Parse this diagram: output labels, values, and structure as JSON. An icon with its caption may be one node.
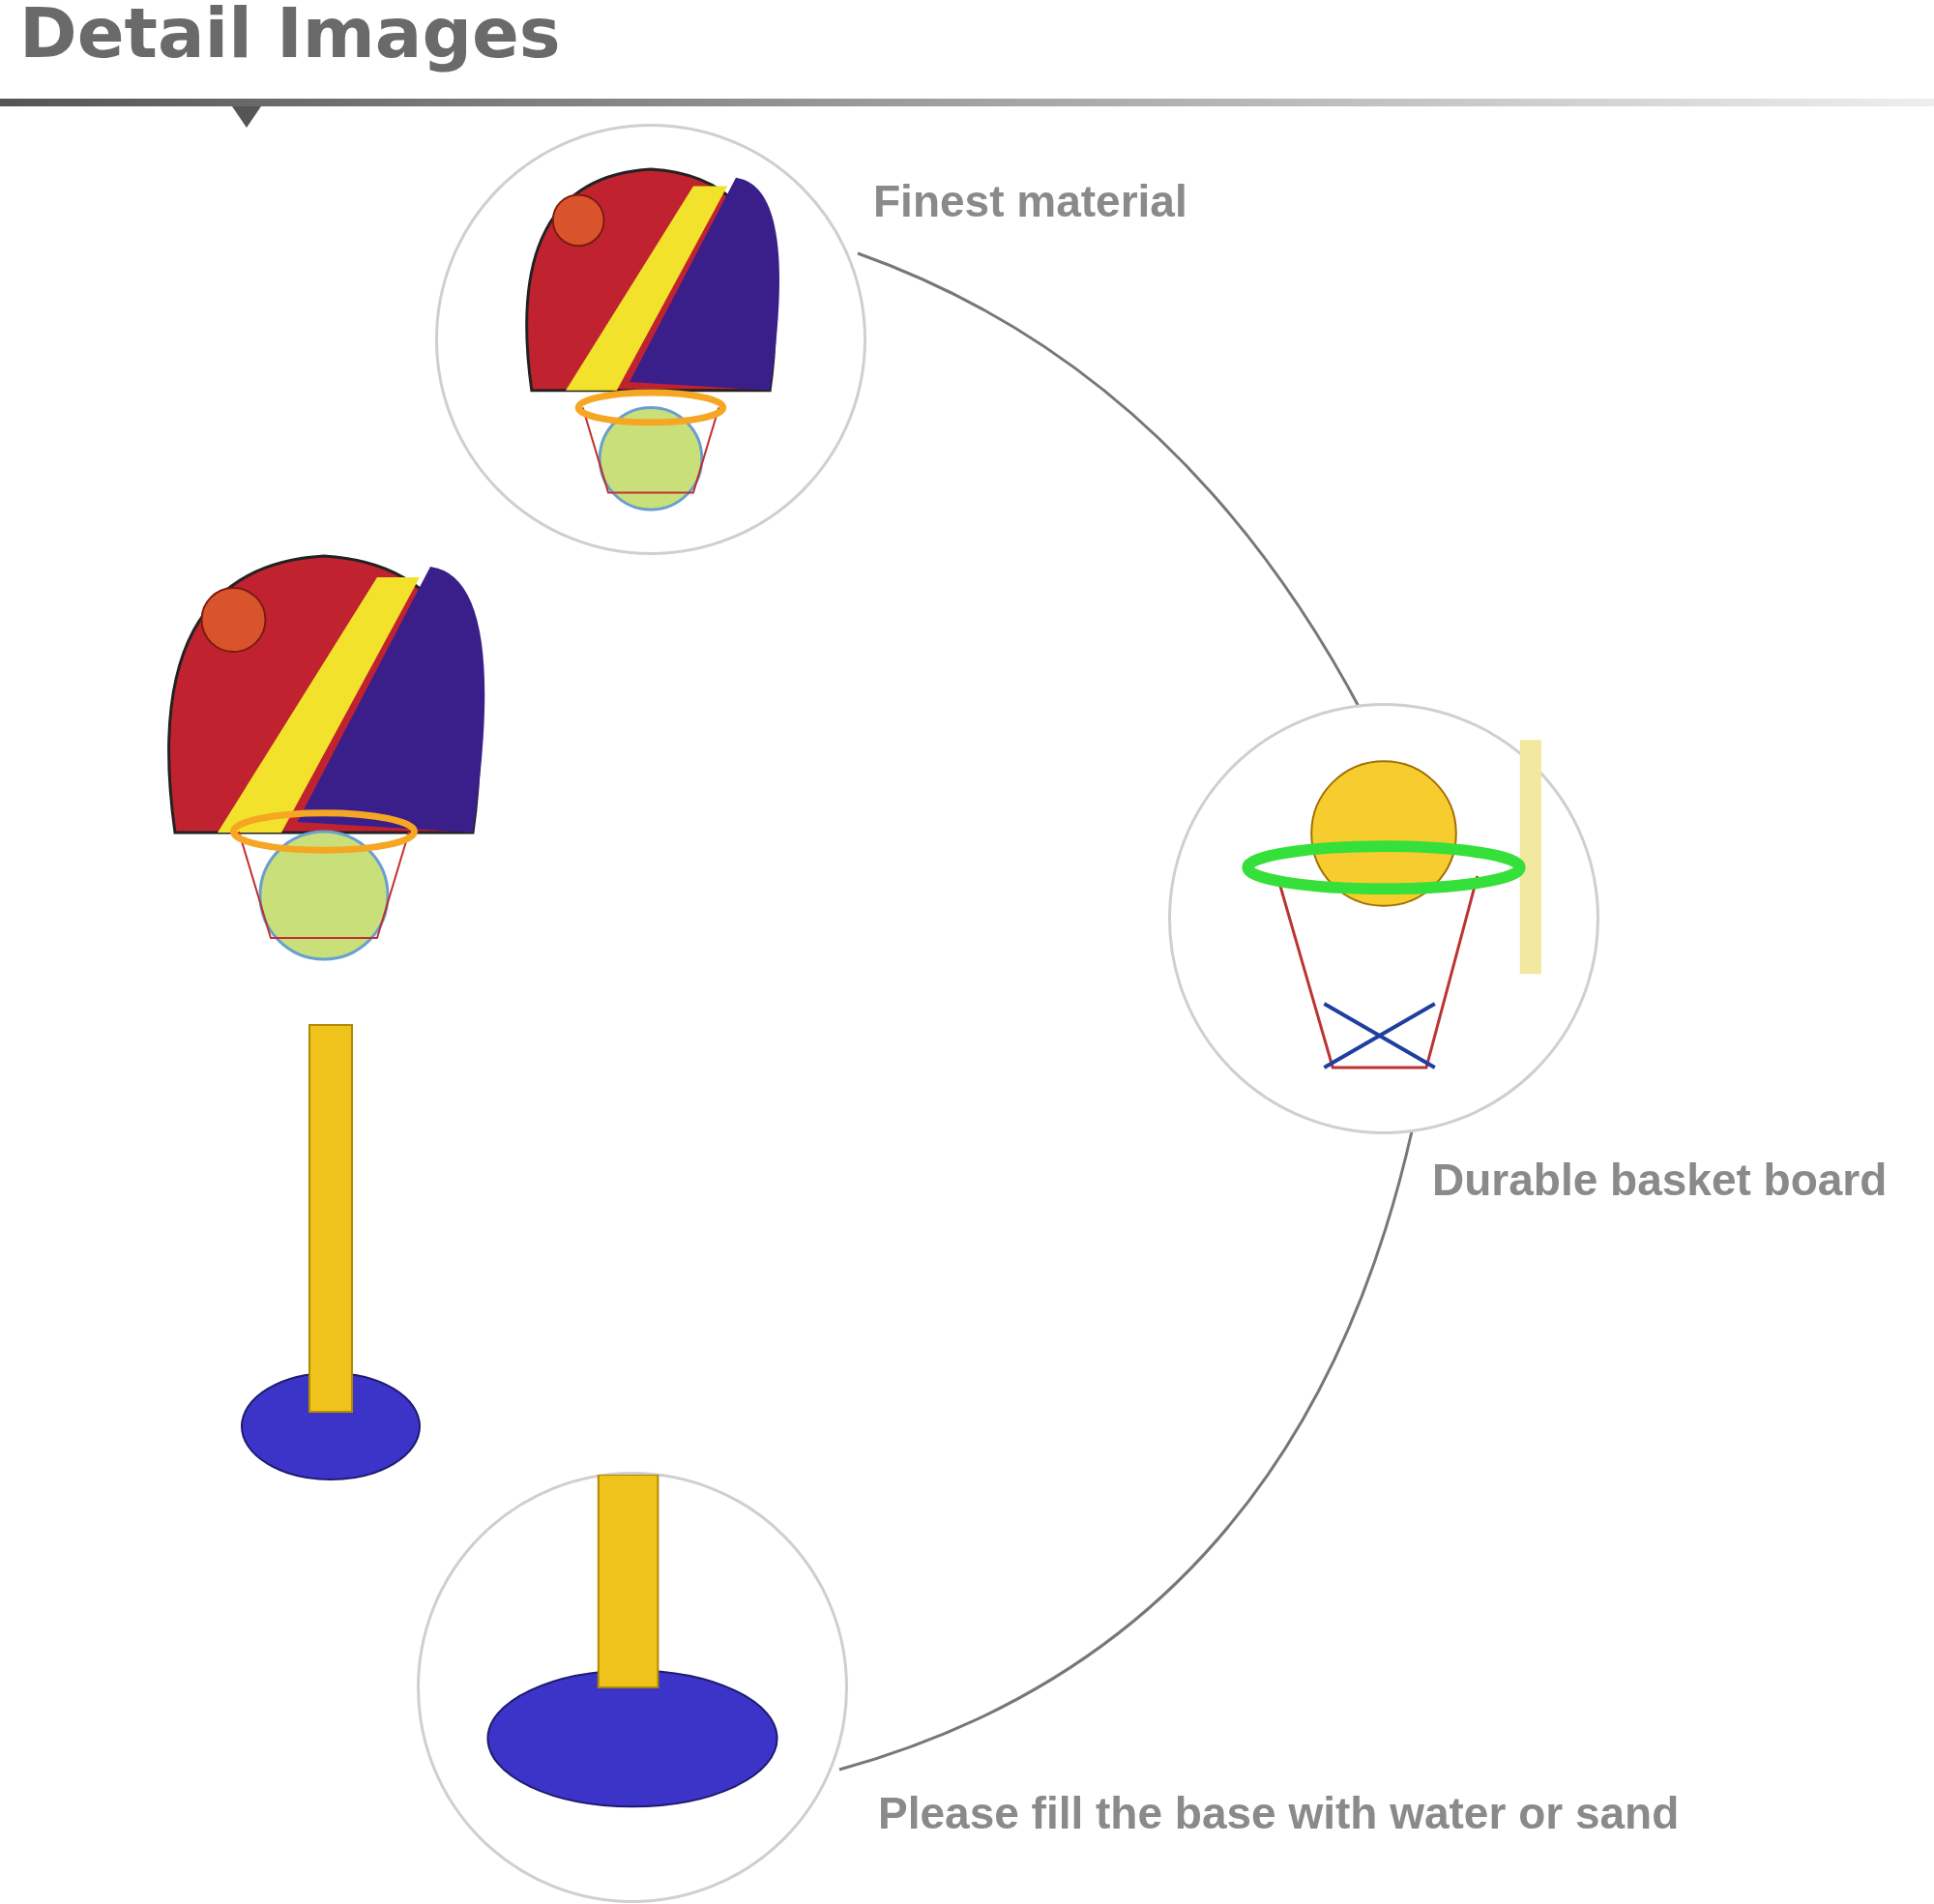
{
  "diagram": {
    "title": "Detail Images",
    "nodes": [
      {
        "text": [],
        "shape": "picture",
        "beside": [
          "Finest material"
        ]
      },
      {
        "text": [],
        "shape": "picture",
        "beside": [
          "Durable basket board"
        ]
      },
      {
        "text": [],
        "shape": "picture",
        "beside": [
          "Please fill the base with water or sand"
        ]
      }
    ],
    "edges": [
      {
        "from": 0,
        "to": 1,
        "arrow": "none"
      },
      {
        "from": 1,
        "to": 2,
        "arrow": "none"
      }
    ]
  }
}
